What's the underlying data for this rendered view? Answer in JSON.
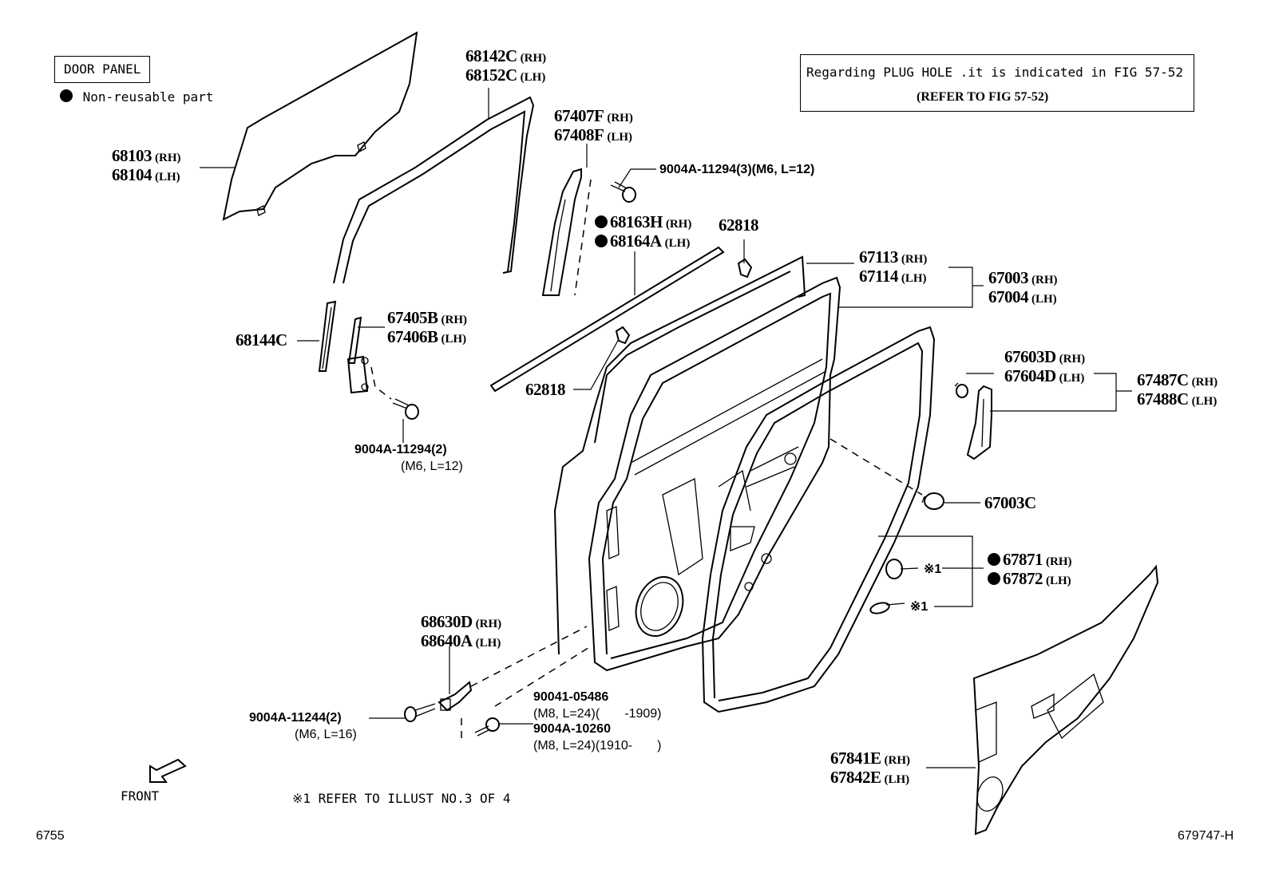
{
  "legend": {
    "title": "DOOR PANEL",
    "bullet_meaning": "Non-reusable part"
  },
  "note_box": {
    "line1": "Regarding PLUG HOLE .it is indicated in FIG 57-52",
    "line2": "(REFER TO FIG 57-52)"
  },
  "parts": {
    "glass": {
      "rh": "68103",
      "lh": "68104"
    },
    "run_channel": {
      "rh": "68142C",
      "lh": "68152C"
    },
    "division_bar": {
      "rh": "67407F",
      "lh": "67408F"
    },
    "bolt_top": {
      "pn": "9004A-11294(3)(M6, L=12)"
    },
    "belt_weatherstrip": {
      "rh": "68163H",
      "lh": "68164A",
      "non_reusable": true
    },
    "clip_top": {
      "pn": "62818"
    },
    "door_panel_sub": {
      "rh": "67113",
      "lh": "67114"
    },
    "door_panel_assy": {
      "rh": "67003",
      "lh": "67004"
    },
    "channel_68144C": {
      "pn": "68144C"
    },
    "rear_division": {
      "rh": "67405B",
      "lh": "67406B"
    },
    "clip_mid": {
      "pn": "62818"
    },
    "bolt_mid": {
      "pn": "9004A-11294(2)",
      "spec": "(M6, L=12)"
    },
    "clip_67603": {
      "rh": "67603D",
      "lh": "67604D"
    },
    "seal_67487": {
      "rh": "67487C",
      "lh": "67488C"
    },
    "cushion": {
      "pn": "67003C"
    },
    "clip_67871": {
      "rh": "67871",
      "lh": "67872",
      "non_reusable": true,
      "ref_a": "※1",
      "ref_b": "※1"
    },
    "hinge": {
      "rh": "68630D",
      "lh": "68640A"
    },
    "bolt_hinge": {
      "pn": "9004A-11244(2)",
      "spec": "(M6, L=16)"
    },
    "bolt_90041": {
      "pn": "90041-05486",
      "spec": "(M8, L=24)(       -1909)"
    },
    "bolt_10260": {
      "pn": "9004A-10260",
      "spec": "(M8, L=24)(1910-       )"
    },
    "service_hole_cover": {
      "rh": "67841E",
      "lh": "67842E"
    }
  },
  "side_labels": {
    "rh": "(RH)",
    "lh": "(LH)"
  },
  "footer": {
    "front_label": "FRONT",
    "reference_note": "※1 REFER TO ILLUST NO.3 OF 4",
    "fig_code": "6755",
    "illust_code": "679747-H"
  }
}
